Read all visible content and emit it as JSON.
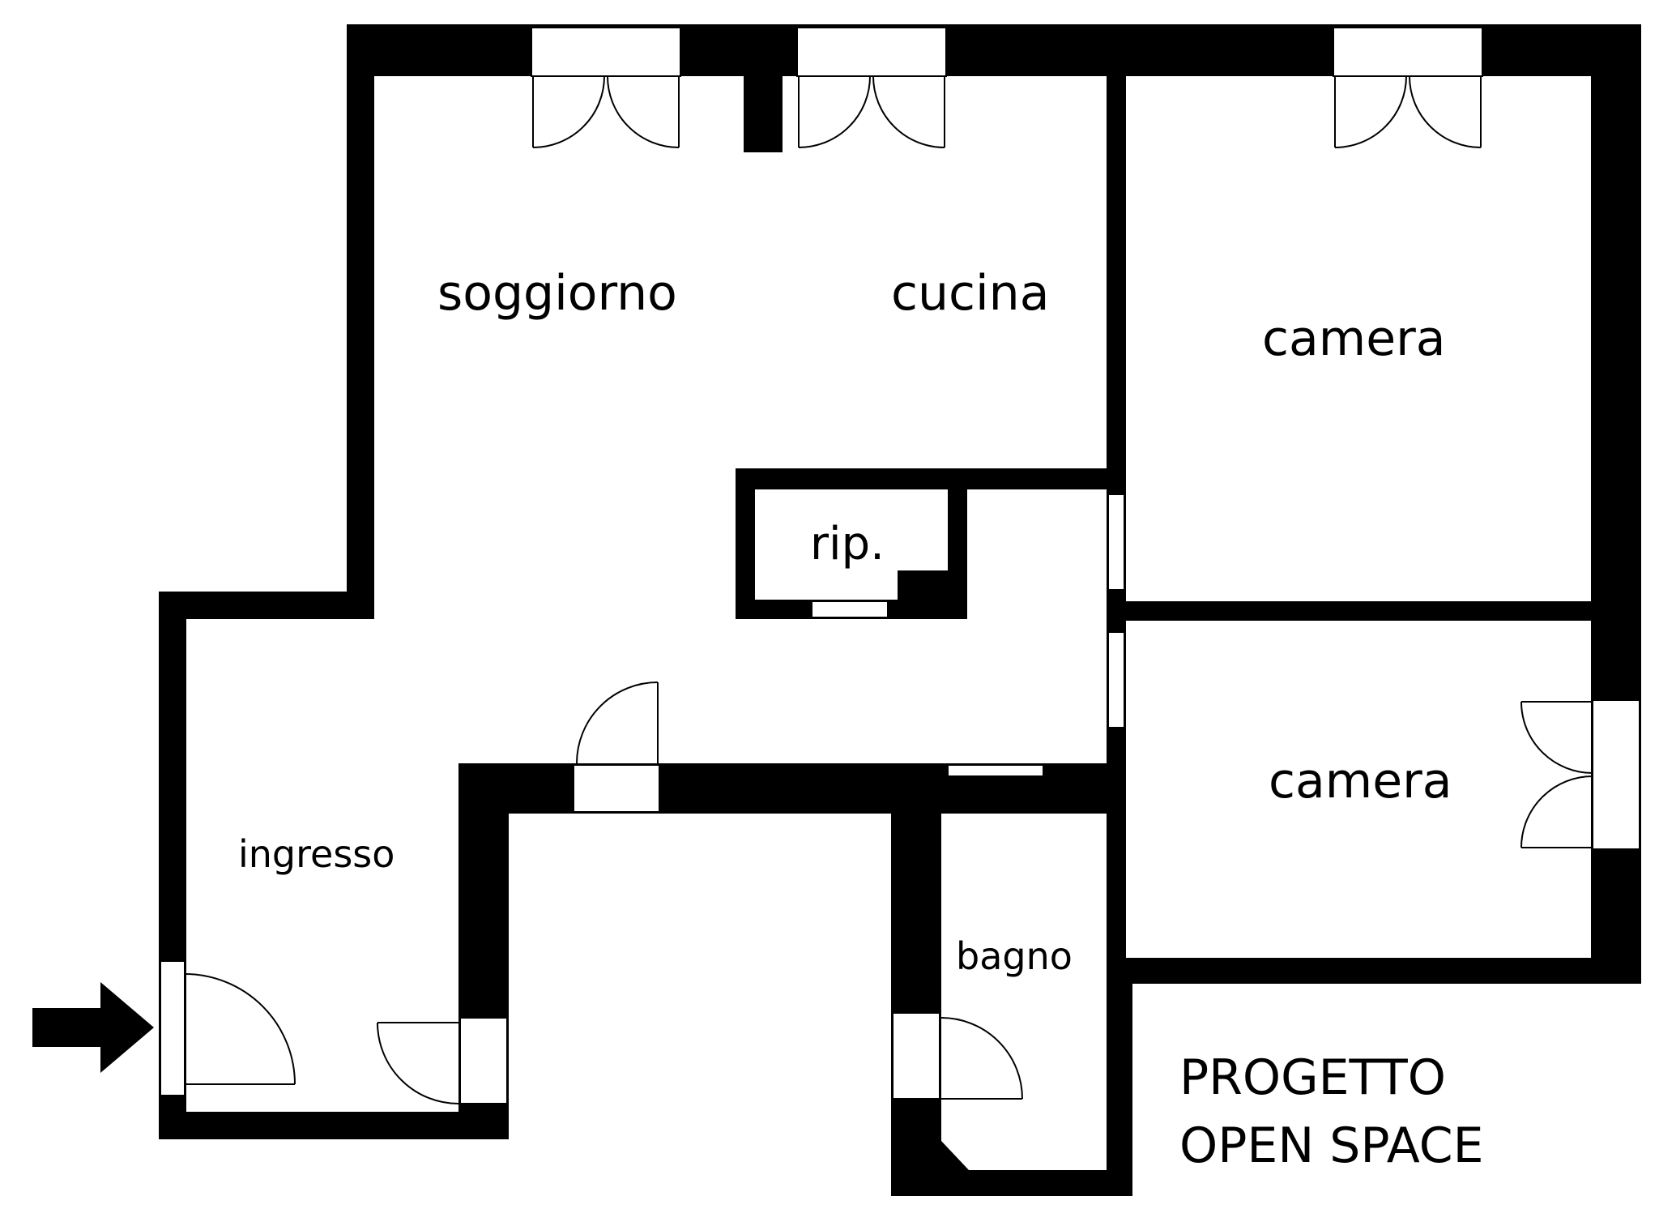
{
  "rooms": {
    "soggiorno": "soggiorno",
    "cucina": "cucina",
    "camera_top": "camera",
    "camera_bottom": "camera",
    "ripostiglio": "rip.",
    "ingresso": "ingresso",
    "bagno": "bagno"
  },
  "project": {
    "line1": "PROGETTO",
    "line2": "OPEN SPACE"
  },
  "icons": {
    "entry": "entry-arrow-icon"
  },
  "colors": {
    "wall": "#000000",
    "background": "#ffffff"
  }
}
